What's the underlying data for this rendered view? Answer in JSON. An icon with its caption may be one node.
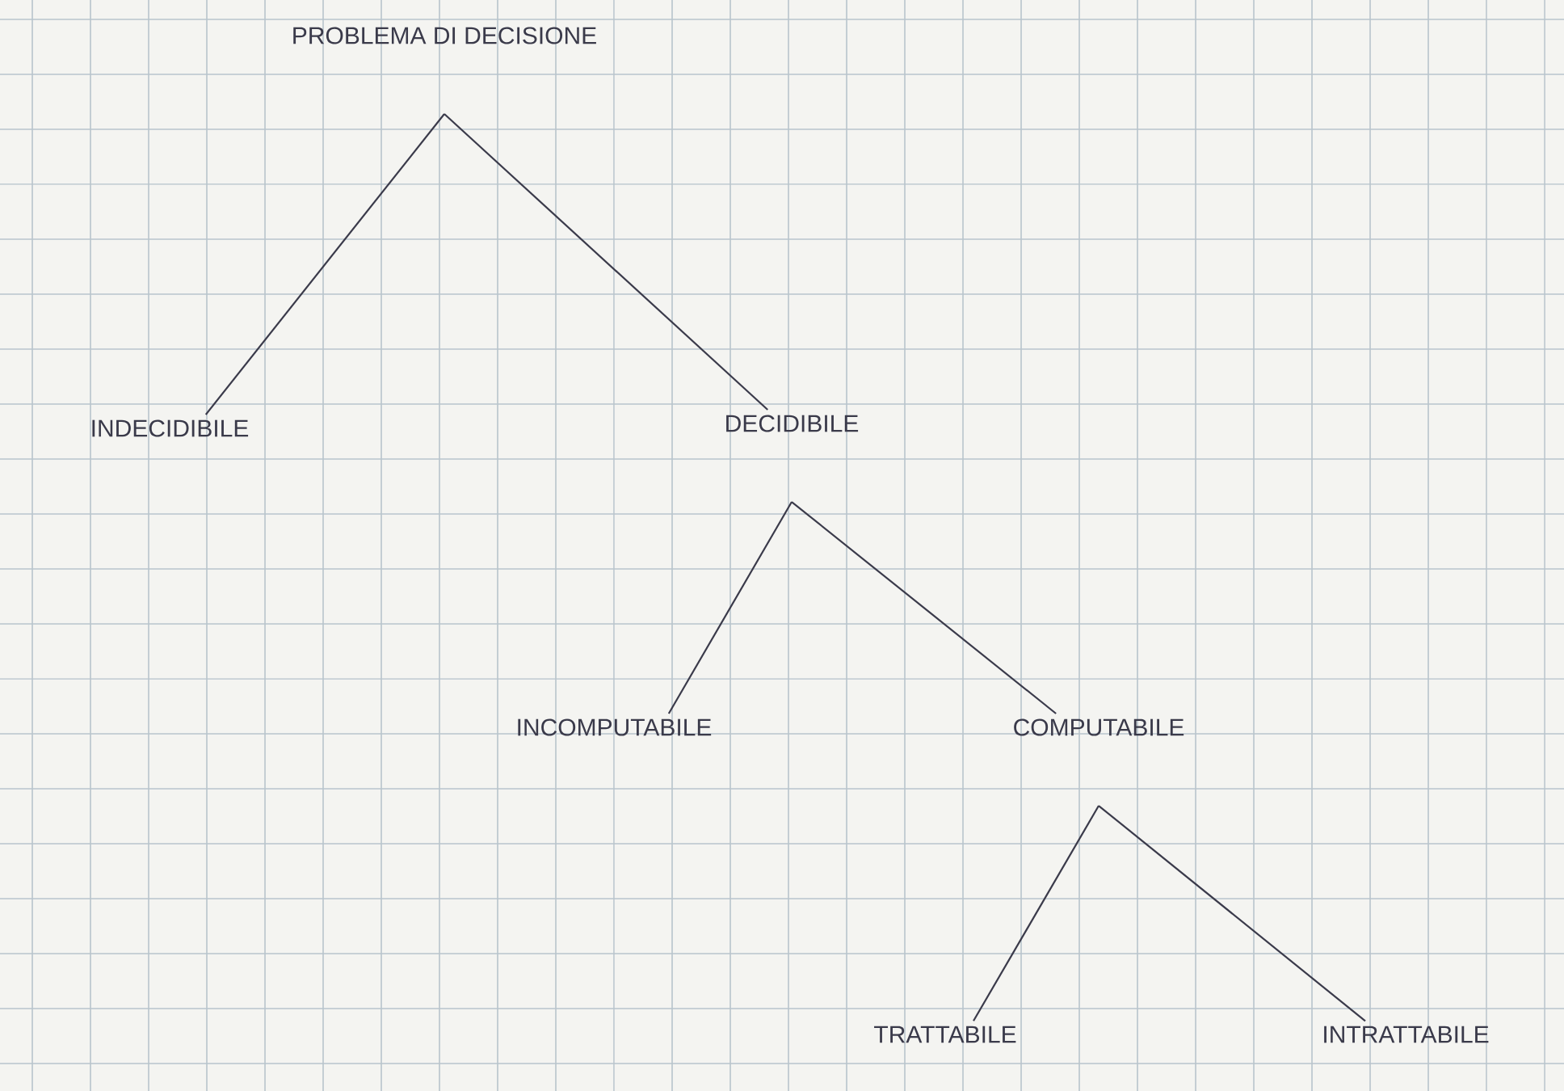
{
  "diagram": {
    "nodes": [
      {
        "text": [
          "PROBLEMA DI DECISIONE"
        ]
      },
      {
        "text": [
          "INDECIDIBILE"
        ]
      },
      {
        "text": [
          "DECIDIBILE"
        ]
      },
      {
        "text": [
          "INCOMPUTABILE"
        ]
      },
      {
        "text": [
          "COMPUTABILE"
        ]
      },
      {
        "text": [
          "TRATTABILE"
        ]
      },
      {
        "text": [
          "INTRATTABILE"
        ]
      }
    ],
    "edges": [
      {
        "from": 0,
        "to": 1,
        "arrow": "none"
      },
      {
        "from": 0,
        "to": 2,
        "arrow": "none"
      },
      {
        "from": 2,
        "to": 3,
        "arrow": "none"
      },
      {
        "from": 2,
        "to": 4,
        "arrow": "none"
      },
      {
        "from": 4,
        "to": 5,
        "arrow": "none"
      },
      {
        "from": 4,
        "to": 6,
        "arrow": "none"
      }
    ]
  }
}
